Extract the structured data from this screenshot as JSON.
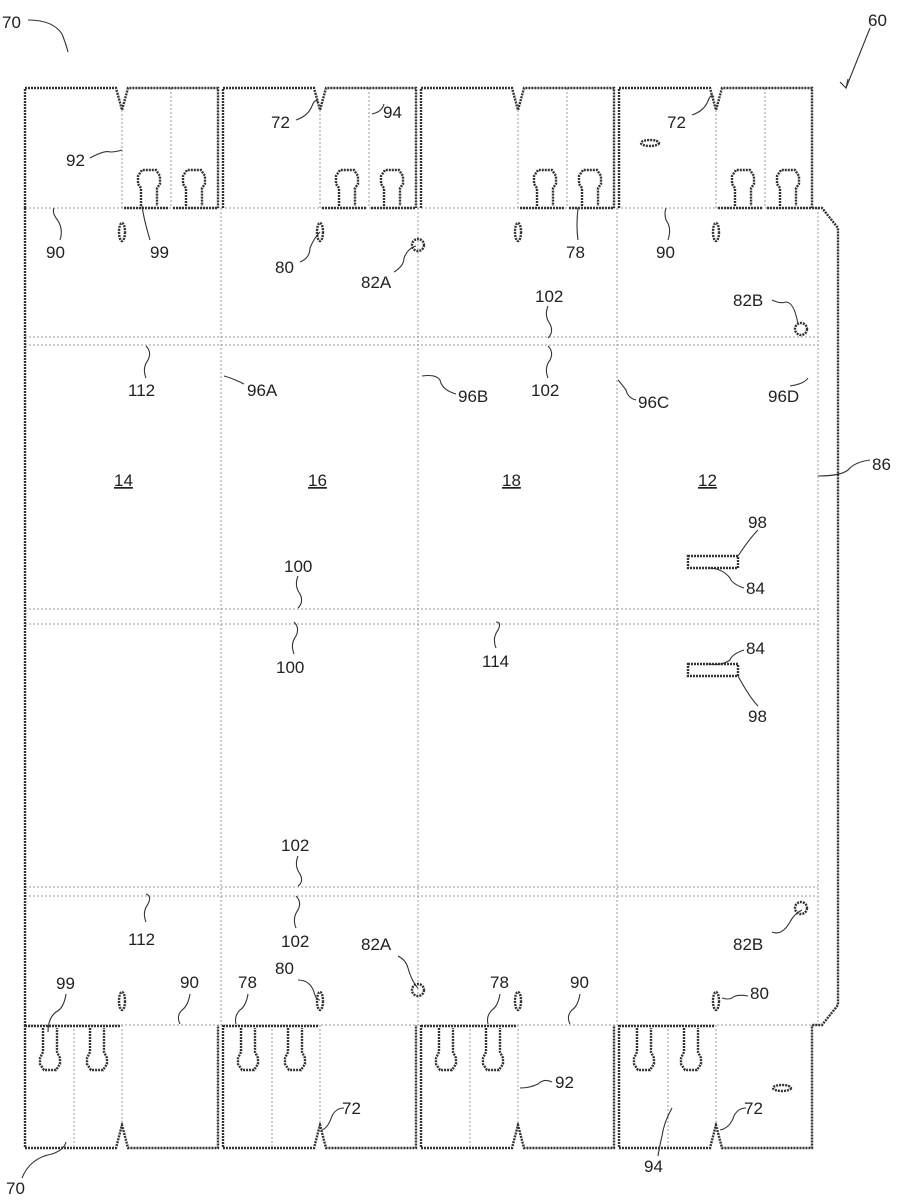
{
  "figure": {
    "reference": "60",
    "panels": [
      "14",
      "16",
      "18",
      "12"
    ],
    "labels": [
      "60",
      "70",
      "92",
      "99",
      "90",
      "72",
      "94",
      "80",
      "82A",
      "78",
      "90",
      "72",
      "102",
      "102",
      "82B",
      "112",
      "96A",
      "96B",
      "96C",
      "96D",
      "86",
      "98",
      "84",
      "100",
      "100",
      "114",
      "84",
      "98",
      "102",
      "102",
      "112",
      "82A",
      "82B",
      "99",
      "90",
      "78",
      "80",
      "78",
      "90",
      "80",
      "92",
      "72",
      "94",
      "72",
      "70"
    ]
  }
}
